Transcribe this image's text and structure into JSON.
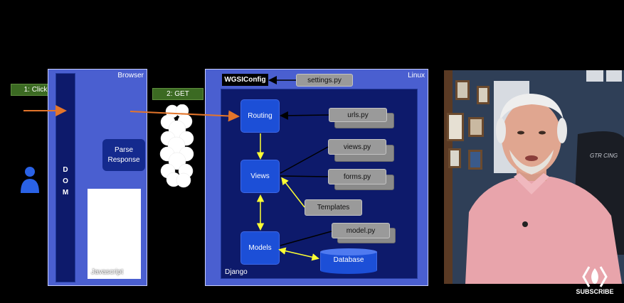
{
  "steps": {
    "click": "1: Click",
    "get": "2: GET"
  },
  "browser": {
    "title": "Browser",
    "dom": [
      "D",
      "O",
      "M"
    ],
    "parse": "Parse Response",
    "js": "Javascript"
  },
  "server": {
    "title": "Linux",
    "wsgi": "WGSIConfig",
    "settings": "settings.py",
    "django": "Django",
    "routing": "Routing",
    "views": "Views",
    "models": "Models",
    "urls": "urls.py",
    "views_file": "views.py",
    "forms": "forms.py",
    "templates": "Templates",
    "model_file": "model.py",
    "database": "Database"
  },
  "overlay": {
    "subscribe": "SUBSCRIBE",
    "chair_brand": "GTR CING"
  },
  "colors": {
    "arrow": "#e3752b",
    "yellow": "#ffff33",
    "panel": "#4a5fd0",
    "dark": "#0d1a6b",
    "node": "#1c4fd7"
  }
}
